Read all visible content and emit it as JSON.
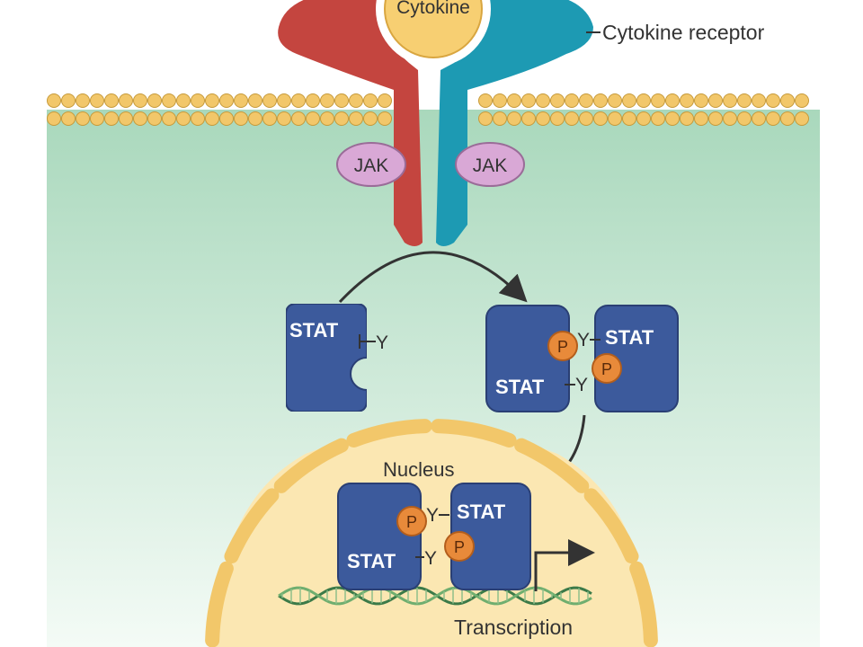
{
  "labels": {
    "cytokine": "Cytokine",
    "cytokine_receptor": "Cytokine receptor",
    "jak": "JAK",
    "stat": "STAT",
    "tyrosine": "Y",
    "phosphate": "P",
    "nucleus": "Nucleus",
    "transcription": "Transcription"
  },
  "colors": {
    "cytoplasm": "#a9d8bc",
    "membrane": "#f2c76a",
    "receptor_left": "#c4453f",
    "receptor_right": "#1d9ab3",
    "cytokine": "#f7cf72",
    "jak": "#d9a8d6",
    "stat": "#3c5a9c",
    "phosphate": "#e88a3a",
    "nucleus": "#fbe7b2",
    "dna": "#3b7a48"
  }
}
